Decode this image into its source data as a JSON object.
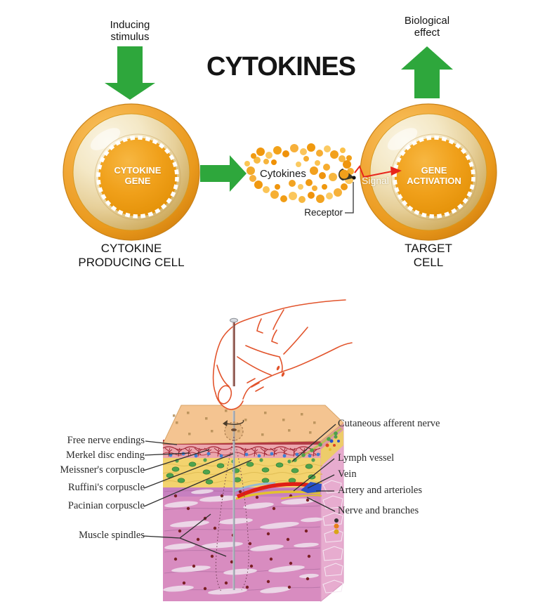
{
  "figure_cytokines": {
    "title": "CYTOKINES",
    "labels": {
      "inducing_stimulus": "Inducing stimulus",
      "biological_effect": "Biological effect",
      "cytokine_gene": "CYTOKINE GENE",
      "gene_activation": "GENE ACTIVATION",
      "cytokines_cloud": "Cytokines",
      "receptor": "Receptor",
      "signal": "Signal",
      "producing_cell": "CYTOKINE PRODUCING CELL",
      "target_cell": "TARGET CELL"
    },
    "colors": {
      "arrow_green": "#2ea73c",
      "cell_ring_gold": "#f0a62a",
      "cell_body_cream": "#f2e5bf",
      "nucleus_orange": "#ef9d13",
      "signal_red": "#e8251c"
    }
  },
  "figure_skin": {
    "left_labels": [
      "Free nerve endings",
      "Merkel disc ending",
      "Meissner's corpuscle",
      "Ruffini's corpuscle",
      "Pacinian corpuscle",
      "Muscle spindles"
    ],
    "right_labels": [
      "Cutaneous afferent nerve",
      "Lymph vessel",
      "Vein",
      "Artery and arterioles",
      "Nerve and branches"
    ]
  }
}
